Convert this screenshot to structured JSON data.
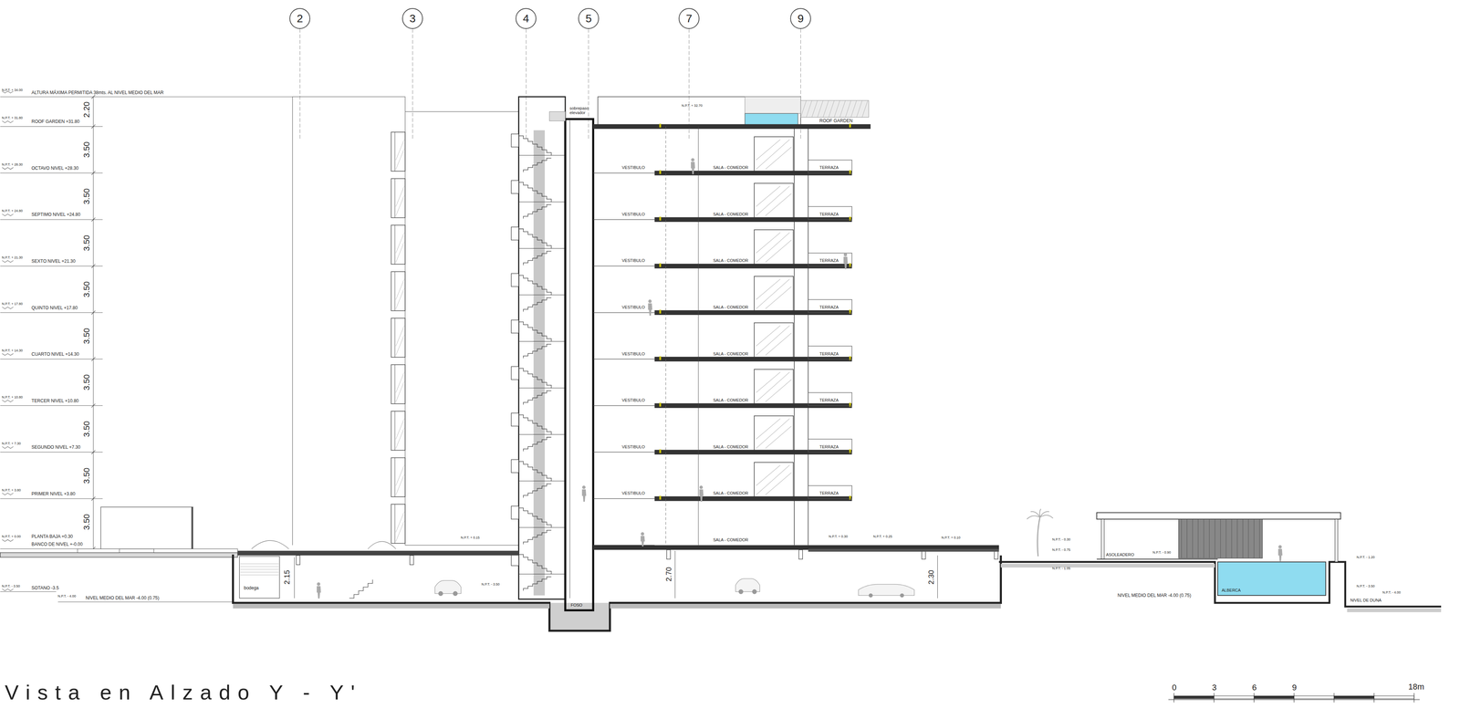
{
  "diagram": {
    "title": "Vista en Alzado Y - Y'",
    "nodes": [
      {
        "text": [
          "2"
        ]
      },
      {
        "text": [
          "3"
        ]
      },
      {
        "text": [
          "4"
        ]
      },
      {
        "text": [
          "5"
        ]
      },
      {
        "text": [
          "7"
        ]
      },
      {
        "text": [
          "9"
        ]
      }
    ],
    "labels": [
      "N.P.T. + 34.00",
      "ALTURA MÁXIMA PERMITIDA 38mts. AL NIVEL MEDIO DEL MAR",
      "2.20",
      "N.P.T. + 31.80",
      "ROOF GARDEN +31.80",
      "3.50",
      "N.P.T. + 28.30",
      "OCTAVO NIVEL +28.30",
      "3.50",
      "N.P.T. + 24.80",
      "SEPTIMO NIVEL +24.80",
      "3.50",
      "N.P.T. + 21.30",
      "SEXTO NIVEL +21.30",
      "3.50",
      "N.P.T. + 17.80",
      "QUINTO NIVEL +17.80",
      "3.50",
      "N.P.T. + 14.30",
      "CUARTO NIVEL +14.30",
      "3.50",
      "N.P.T. + 10.80",
      "TERCER NIVEL +10.80",
      "3.50",
      "N.P.T. + 7.30",
      "SEGUNDO NIVEL +7.30",
      "3.50",
      "N.P.T. + 3.80",
      "PRIMER NIVEL +3.80",
      "3.50",
      "N.P.T. + 0.00",
      "PLANTA BAJA +0.30",
      "BANCO DE NIVEL +-0.00",
      "N.P.T. - 3.50",
      "SOTANO -3.5",
      "N.P.T. - 4.00",
      "NIVEL MEDIO DEL MAR -4.00 (0.75)",
      "sobrepaso elevador",
      "N.P.T. + 32.70",
      "ROOF GARDEN",
      "VESTIBULO",
      "SALA - COMEDOR",
      "TERRAZA",
      "VESTIBULO",
      "SALA - COMEDOR",
      "TERRAZA",
      "VESTIBULO",
      "SALA - COMEDOR",
      "TERRAZA",
      "VESTIBULO",
      "SALA - COMEDOR",
      "TERRAZA",
      "VESTIBULO",
      "SALA - COMEDOR",
      "TERRAZA",
      "VESTIBULO",
      "SALA - COMEDOR",
      "TERRAZA",
      "VESTIBULO",
      "SALA - COMEDOR",
      "TERRAZA",
      "VESTIBULO",
      "SALA - COMEDOR",
      "TERRAZA",
      "SALA - COMEDOR",
      "N.P.T. + 0.15",
      "N.P.T. + 0.30",
      "N.P.T. + 0.25",
      "N.P.T. + 0.10",
      "2.15",
      "2.70",
      "2.30",
      "bodega",
      "N.P.T. - 3.50",
      "FOSO",
      "N.P.T. - 0.30",
      "N.P.T. - 0.75",
      "N.P.T. - 1.05",
      "ASOLEADERO",
      "N.P.T. - 0.90",
      "N.P.T. - 1.20",
      "ALBERCA",
      "N.P.T. - 3.50",
      "N.P.T. - 4.00",
      "NIVEL MEDIO DEL MAR -4.00 (0.75)",
      "NIVEL DE DUNA",
      "0",
      "3",
      "6",
      "9",
      "18m"
    ]
  }
}
